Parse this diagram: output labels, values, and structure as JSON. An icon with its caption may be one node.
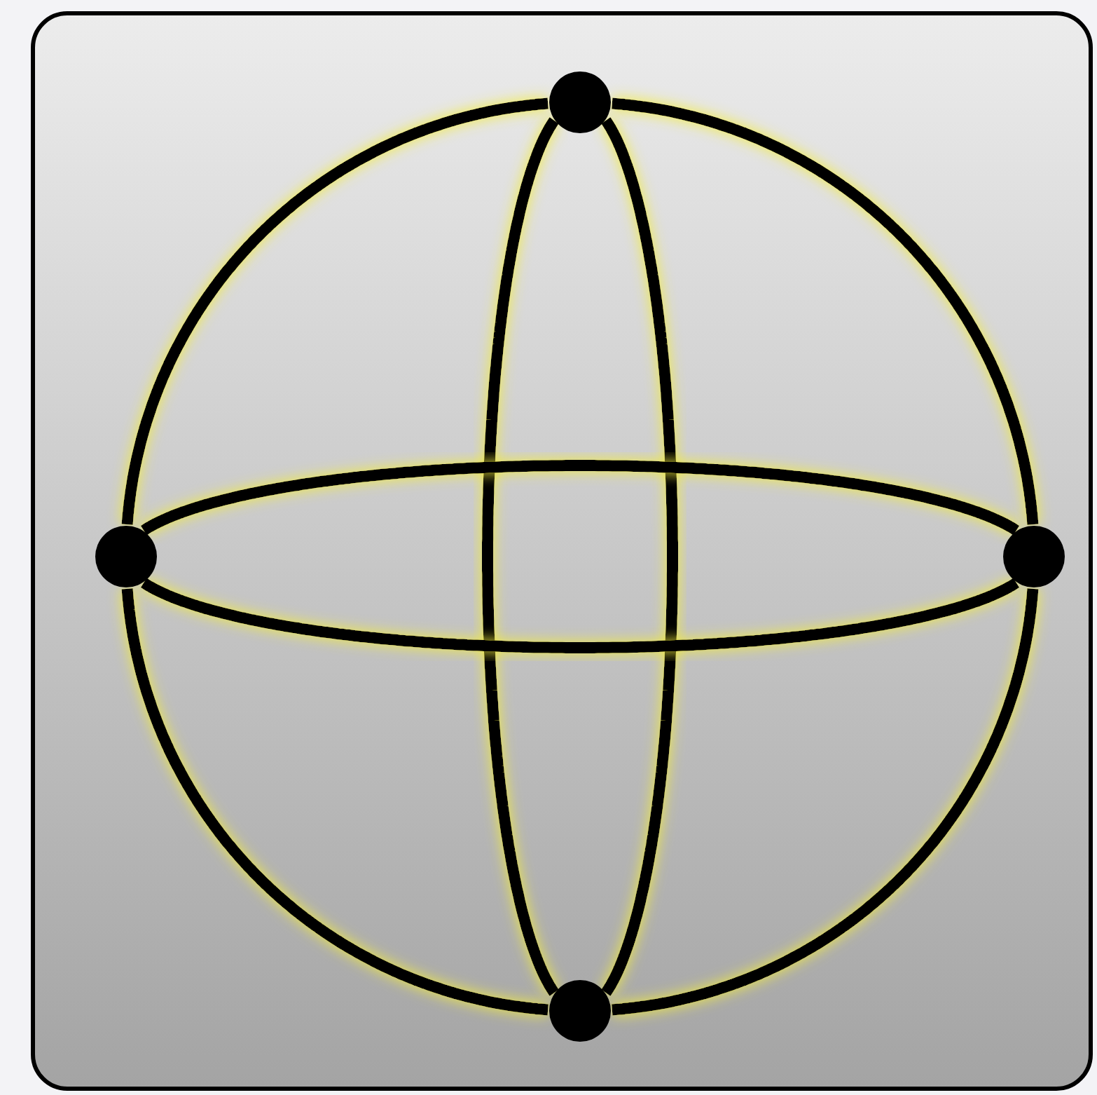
{
  "diagram": {
    "nodes": [
      {
        "text": [],
        "shape": "box"
      },
      {
        "text": [],
        "shape": "circle",
        "in": 0
      },
      {
        "text": [],
        "shape": "circle",
        "in": 0
      },
      {
        "text": [],
        "shape": "circle",
        "in": 0
      },
      {
        "text": [],
        "shape": "circle",
        "in": 0
      }
    ],
    "edges": [
      {
        "from": 1,
        "to": 3,
        "arrow": "none"
      },
      {
        "from": 3,
        "to": 4,
        "arrow": "none"
      },
      {
        "from": 4,
        "to": 2,
        "arrow": "none"
      },
      {
        "from": 2,
        "to": 1,
        "arrow": "none"
      },
      {
        "from": 1,
        "to": 4,
        "arrow": "none"
      },
      {
        "from": 1,
        "to": 4,
        "arrow": "none"
      },
      {
        "from": 2,
        "to": 3,
        "arrow": "none"
      },
      {
        "from": 2,
        "to": 3,
        "arrow": "none"
      }
    ]
  }
}
